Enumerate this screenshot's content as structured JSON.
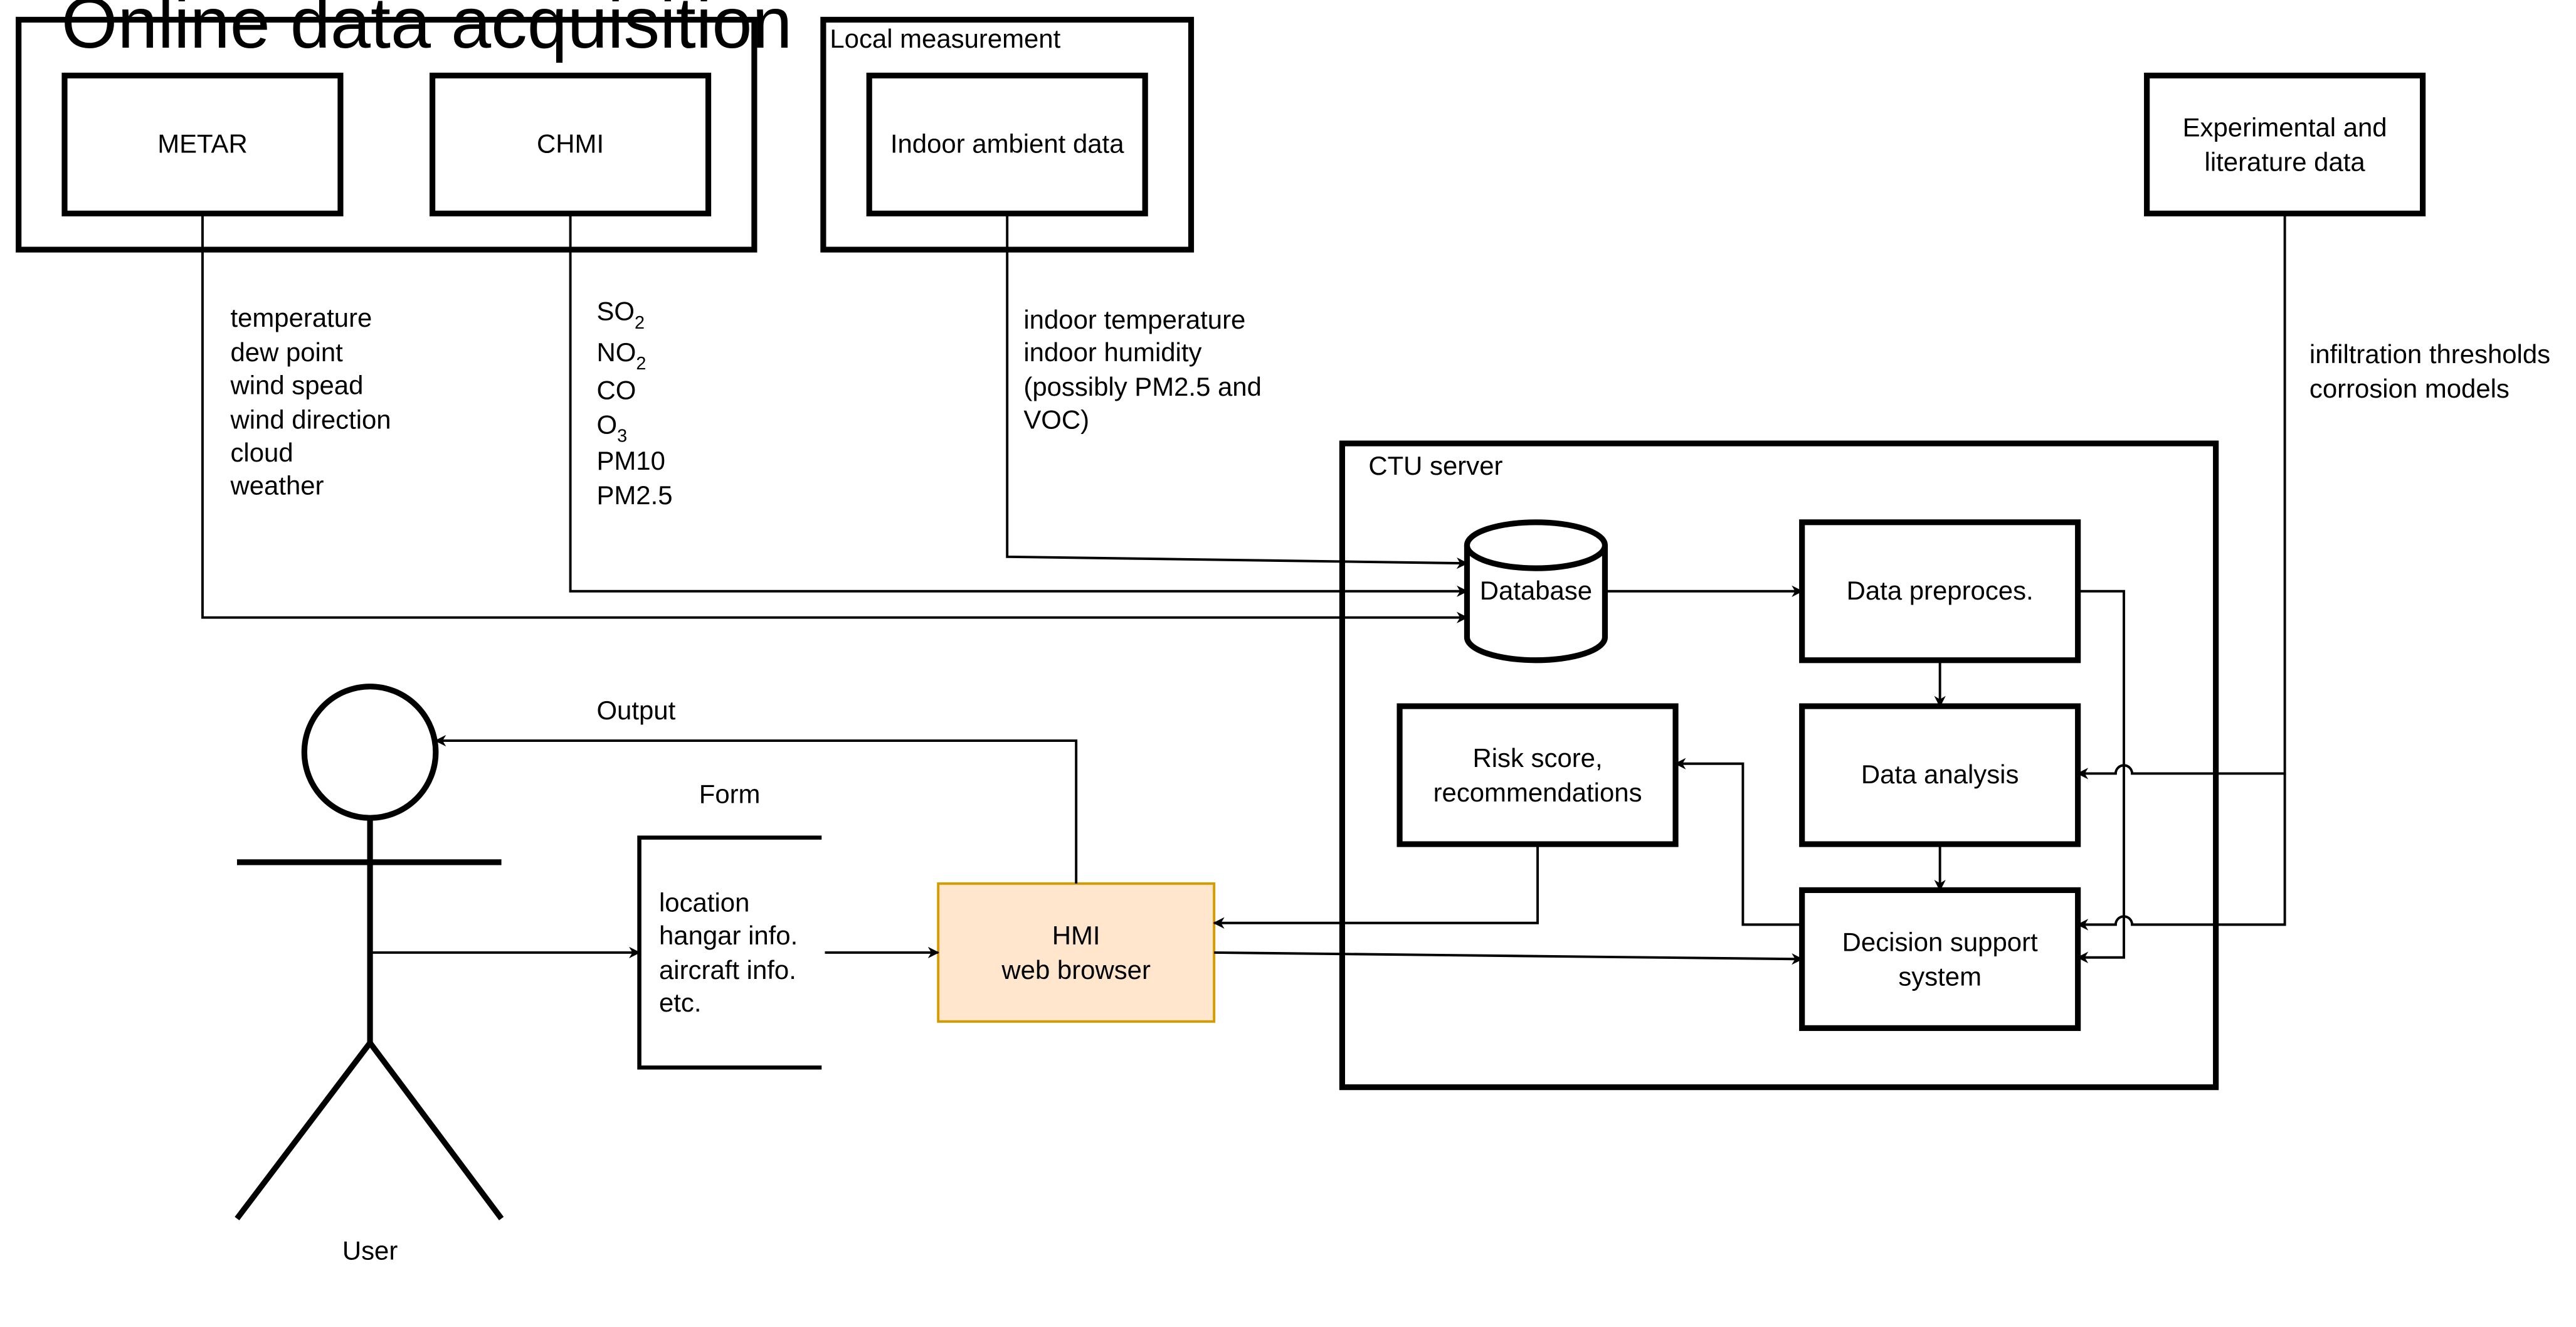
{
  "diagram": {
    "groups": {
      "online": "Online data acquisition",
      "local": "Local measurement",
      "server": "CTU server"
    },
    "nodes": {
      "metar": "METAR",
      "chmi": "CHMI",
      "indoor": "Indoor ambient data",
      "experimental": [
        "Experimental and",
        "literature data"
      ],
      "database": "Database",
      "preproc": "Data preproces.",
      "analysis": "Data analysis",
      "risk": [
        "Risk score,",
        "recommendations"
      ],
      "dss": [
        "Decision support",
        "system"
      ],
      "hmi": [
        "HMI",
        "web browser"
      ]
    },
    "metar_params": [
      "temperature",
      "dew point",
      "wind spead",
      "wind direction",
      "cloud",
      "weather"
    ],
    "chmi_params": [
      {
        "base": "SO",
        "sub": "2"
      },
      {
        "base": "NO",
        "sub": "2"
      },
      {
        "base": "CO",
        "sub": ""
      },
      {
        "base": "O",
        "sub": "3"
      },
      {
        "base": "PM10",
        "sub": ""
      },
      {
        "base": "PM2.5",
        "sub": ""
      }
    ],
    "indoor_params": [
      "indoor temperature",
      "indoor humidity",
      "(possibly PM2.5 and",
      "VOC)"
    ],
    "experimental_params": [
      "infiltration thresholds",
      "corrosion models"
    ],
    "form": {
      "title": "Form",
      "items": [
        "location",
        "hangar info.",
        "aircraft info.",
        "etc."
      ]
    },
    "output_label": "Output",
    "user_label": "User",
    "colors": {
      "hmi_fill": "#FFE6CC",
      "hmi_stroke": "#D79B00",
      "line": "#000000"
    }
  }
}
